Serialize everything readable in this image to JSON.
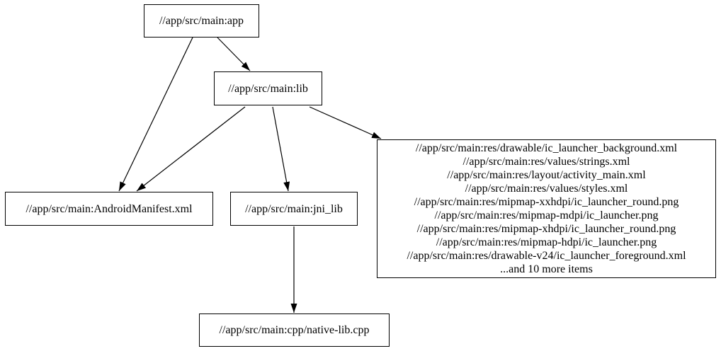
{
  "graph": {
    "colors": {
      "background": "#ffffff",
      "node_border": "#000000",
      "edge": "#000000",
      "text": "#000000"
    },
    "nodes": {
      "app": {
        "label": "//app/src/main:app"
      },
      "lib": {
        "label": "//app/src/main:lib"
      },
      "android_manifest": {
        "label": "//app/src/main:AndroidManifest.xml"
      },
      "jni_lib": {
        "label": "//app/src/main:jni_lib"
      },
      "resources": {
        "lines": [
          "//app/src/main:res/drawable/ic_launcher_background.xml",
          "//app/src/main:res/values/strings.xml",
          "//app/src/main:res/layout/activity_main.xml",
          "//app/src/main:res/values/styles.xml",
          "//app/src/main:res/mipmap-xxhdpi/ic_launcher_round.png",
          "//app/src/main:res/mipmap-mdpi/ic_launcher.png",
          "//app/src/main:res/mipmap-xhdpi/ic_launcher_round.png",
          "//app/src/main:res/mipmap-hdpi/ic_launcher.png",
          "//app/src/main:res/drawable-v24/ic_launcher_foreground.xml",
          "...and 10 more items"
        ]
      },
      "native_lib": {
        "label": "//app/src/main:cpp/native-lib.cpp"
      }
    },
    "edges": [
      {
        "from": "app",
        "to": "lib"
      },
      {
        "from": "app",
        "to": "android_manifest"
      },
      {
        "from": "lib",
        "to": "android_manifest"
      },
      {
        "from": "lib",
        "to": "jni_lib"
      },
      {
        "from": "lib",
        "to": "resources"
      },
      {
        "from": "jni_lib",
        "to": "native_lib"
      }
    ]
  }
}
